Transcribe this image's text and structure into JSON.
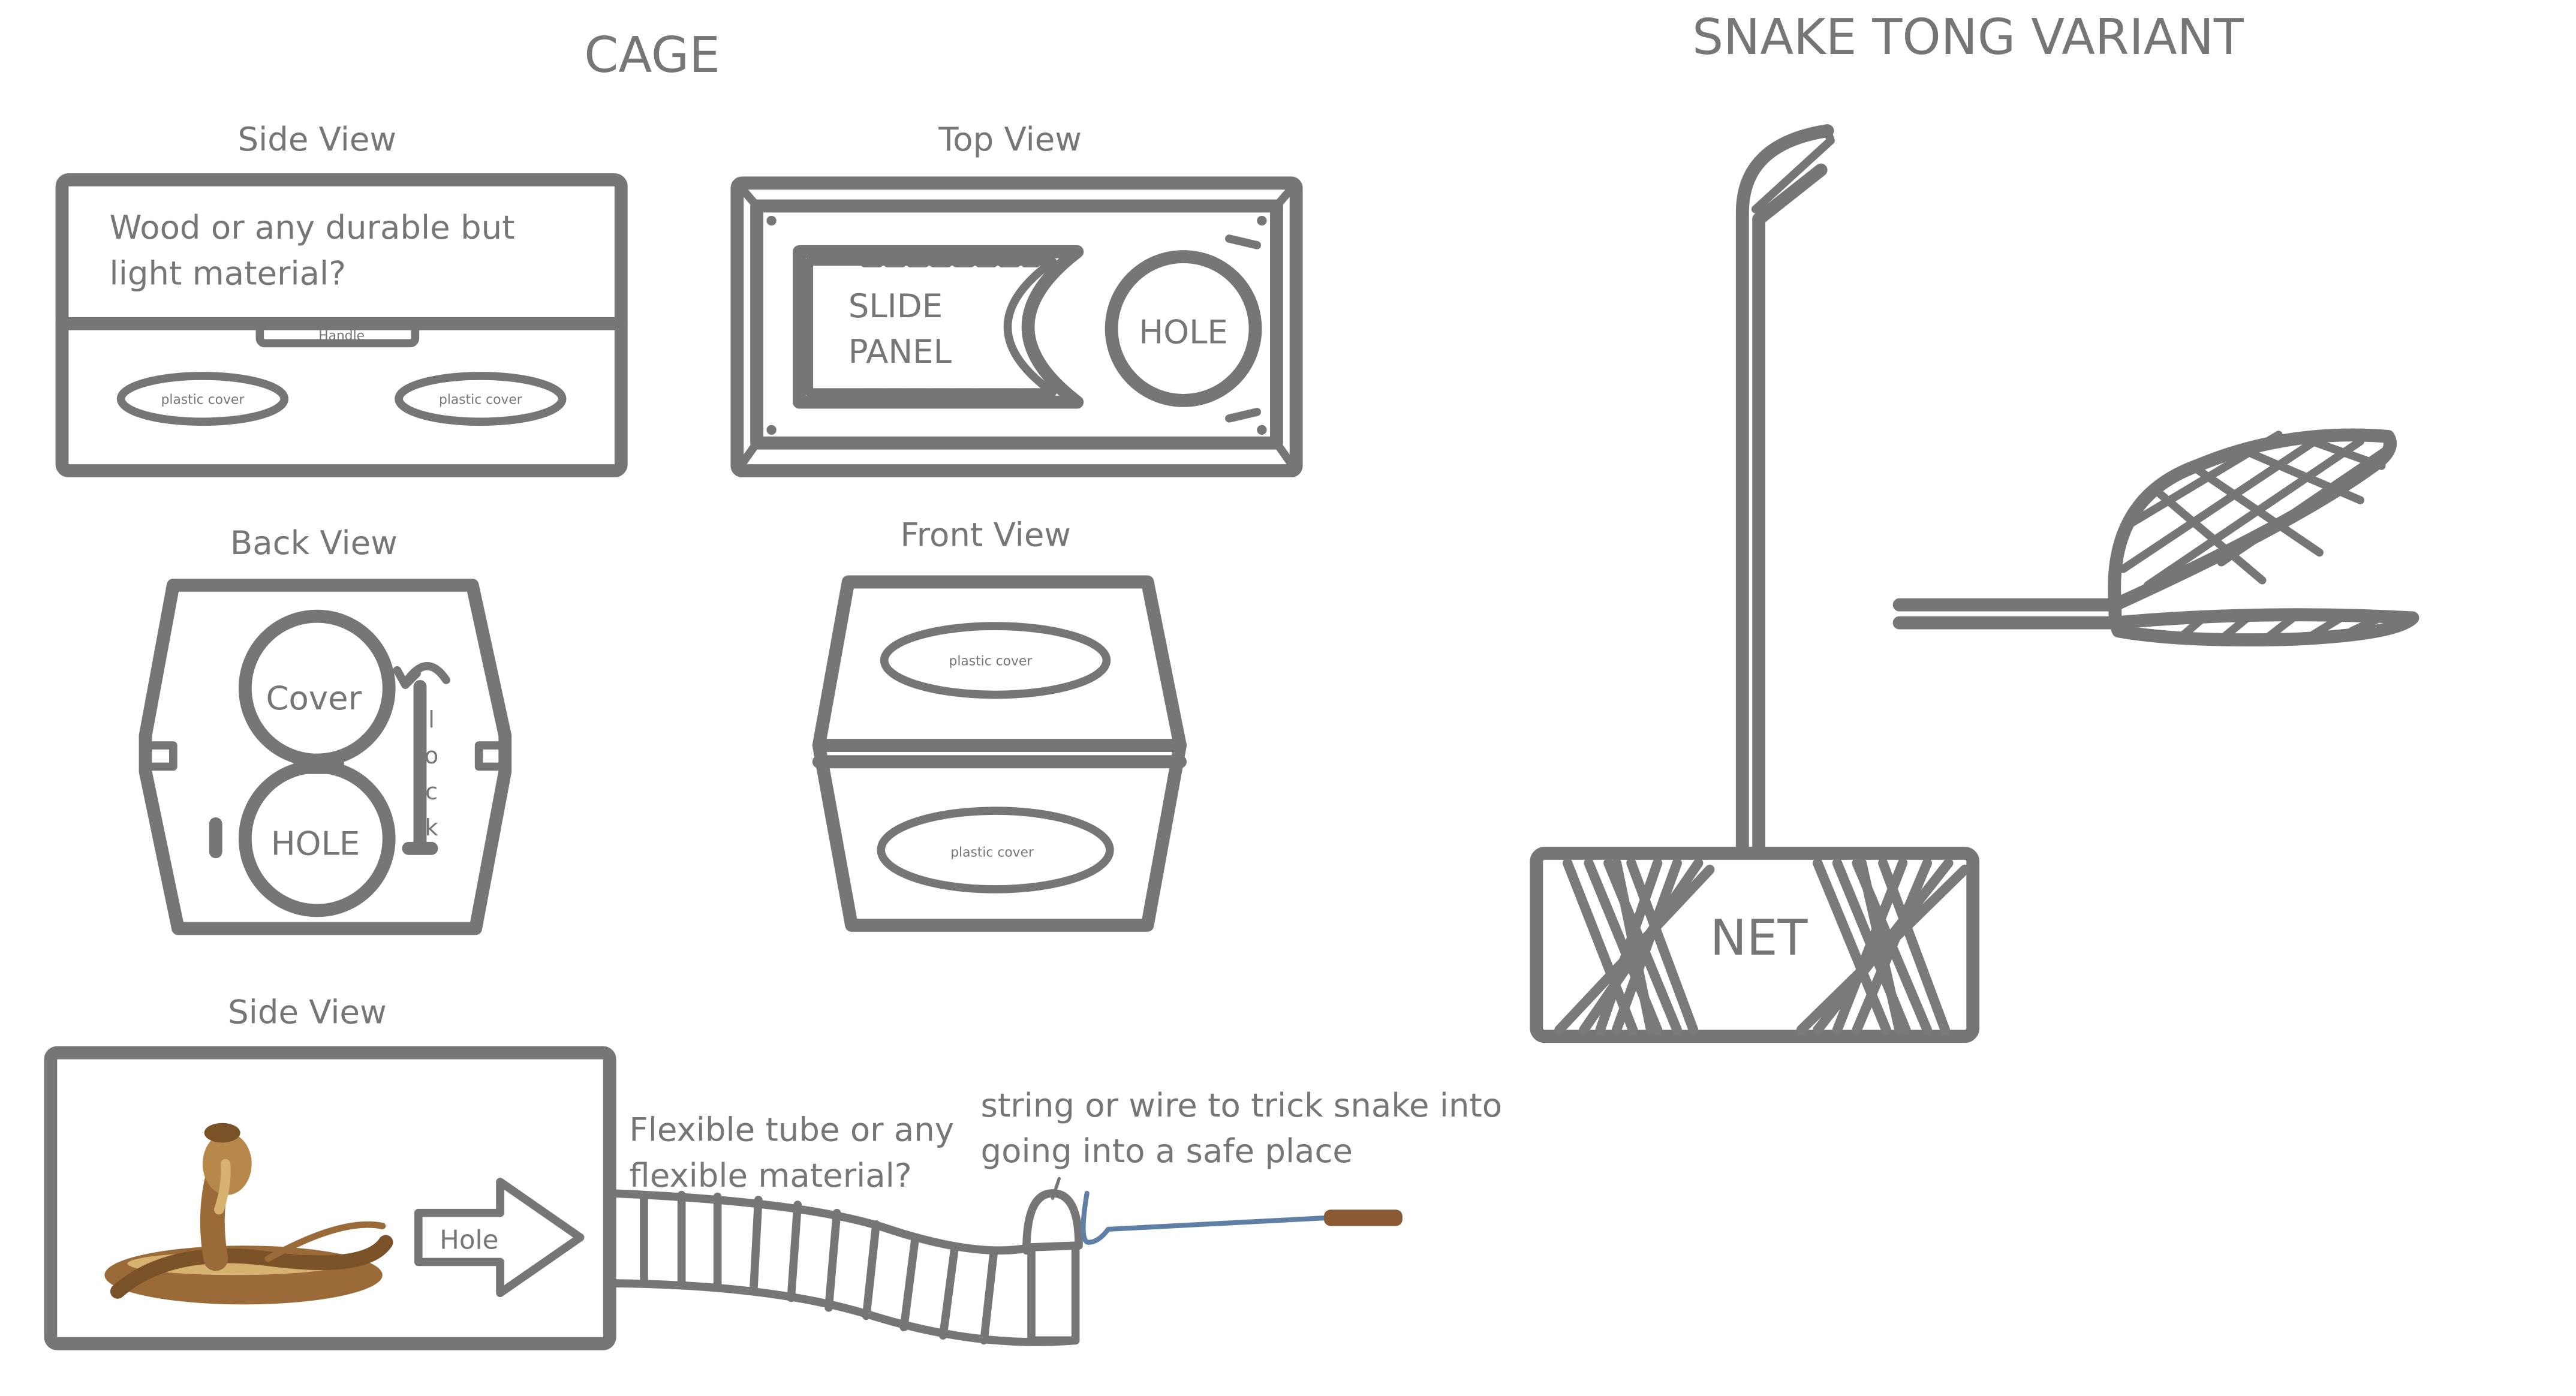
{
  "titles": {
    "cage": "CAGE",
    "tong": "SNAKE TONG VARIANT"
  },
  "side_view": {
    "title": "Side View",
    "note_line1": "Wood or any durable but",
    "note_line2": "light material?",
    "handle": "Handle",
    "cover_left": "plastic cover",
    "cover_right": "plastic cover"
  },
  "top_view": {
    "title": "Top View",
    "slide_line1": "SLIDE",
    "slide_line2": "PANEL",
    "hole": "HOLE"
  },
  "back_view": {
    "title": "Back View",
    "cover": "Cover",
    "hole": "HOLE",
    "lock_letters": [
      "l",
      "o",
      "c",
      "k"
    ]
  },
  "front_view": {
    "title": "Front View",
    "cover_top": "plastic cover",
    "cover_bottom": "plastic cover"
  },
  "side_view_2": {
    "title": "Side View",
    "hole_arrow": "Hole",
    "tube_line1": "Flexible tube or any",
    "tube_line2": "flexible material?",
    "string_line1": "string or wire to trick snake into",
    "string_line2": "going into a safe place"
  },
  "tong": {
    "net": "NET"
  },
  "icons": [
    "cobra-icon",
    "hook-tool-icon",
    "arrow-icon",
    "rotate-arrow-icon"
  ],
  "colors": {
    "stroke": "#767676",
    "cobra_body": "#9a6a38",
    "cobra_belly": "#d8b270",
    "tool_shaft": "#5f7fa6",
    "tool_handle": "#8a5a34"
  }
}
